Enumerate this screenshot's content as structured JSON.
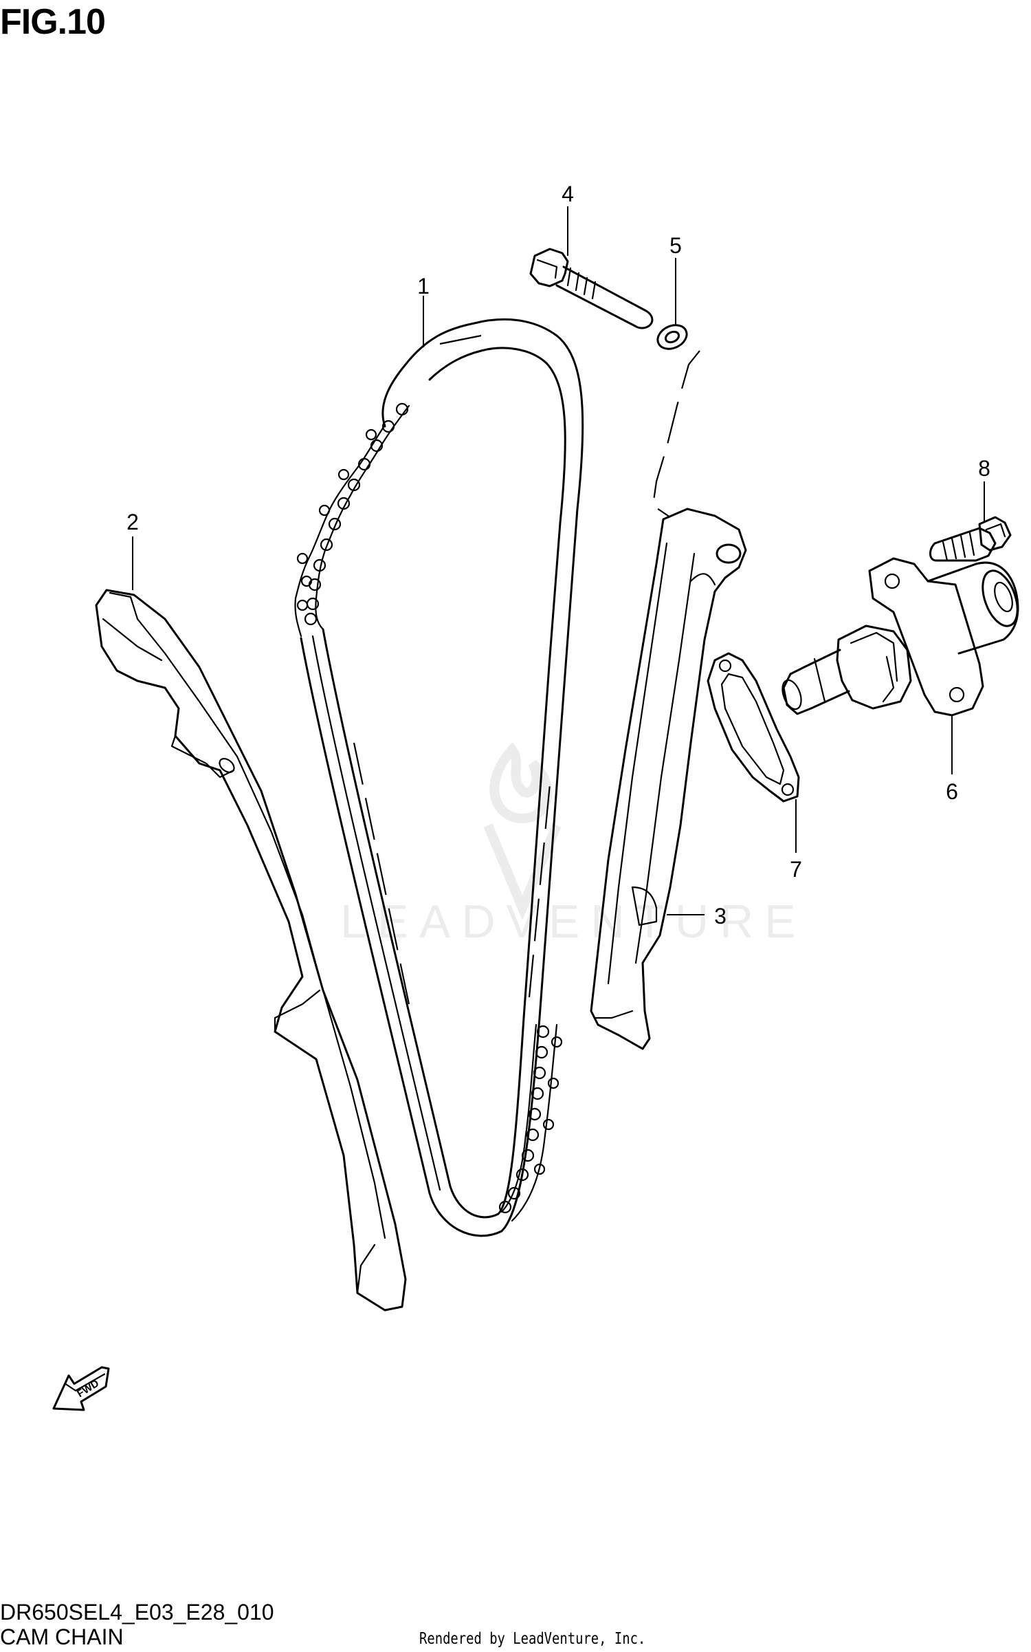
{
  "figure": {
    "title": "FIG.10",
    "code": "DR650SEL4_E03_E28_010",
    "name": "CAM CHAIN",
    "rendered_by": "Rendered by LeadVenture, Inc.",
    "watermark": "LEADVENTURE"
  },
  "arrow": {
    "label": "FWD"
  },
  "parts": [
    {
      "ref": "1",
      "part": "cam-chain"
    },
    {
      "ref": "2",
      "part": "front-chain-guide"
    },
    {
      "ref": "3",
      "part": "rear-chain-tensioner-guide"
    },
    {
      "ref": "4",
      "part": "guide-pivot-bolt"
    },
    {
      "ref": "5",
      "part": "washer"
    },
    {
      "ref": "6",
      "part": "chain-tensioner-adjuster"
    },
    {
      "ref": "7",
      "part": "adjuster-gasket"
    },
    {
      "ref": "8",
      "part": "adjuster-bolt"
    }
  ]
}
